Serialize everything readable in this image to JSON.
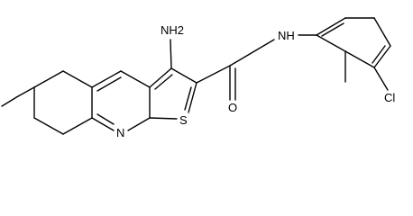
{
  "molecule": {
    "atom_labels": {
      "amino": "NH2",
      "amide_nh": "NH",
      "amide_o": "O",
      "ring_n": "N",
      "ring_s": "S",
      "chloro": "Cl"
    }
  }
}
